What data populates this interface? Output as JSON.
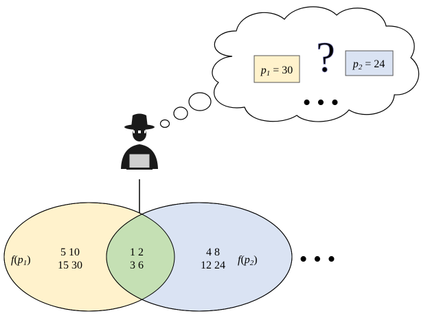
{
  "cloud": {
    "box1": {
      "var": "p",
      "sub": "1",
      "rest": " = 30",
      "fill": "#fff2cc"
    },
    "box2": {
      "var": "p",
      "sub": "2",
      "rest": " = 24",
      "fill": "#dae3f3"
    },
    "question_mark": "?",
    "question_color": "#e8000b",
    "ellipsis": "• • •"
  },
  "agent": {
    "icon": "hacker-icon"
  },
  "venn": {
    "left": {
      "label_fn": "f",
      "label_open": "(",
      "label_var": "p",
      "label_sub": "1",
      "label_close": ")",
      "line1": "5 10",
      "line2": "15 30",
      "fill": "#fff2cc"
    },
    "right": {
      "label_fn": "f",
      "label_open": "(",
      "label_var": "p",
      "label_sub": "2",
      "label_close": ")",
      "line1": "4 8",
      "line2": "12 24",
      "fill": "#dae3f3"
    },
    "intersection": {
      "line1": "1 2",
      "line2": "3 6",
      "fill": "#c5e0b4"
    }
  },
  "ellipsis_right": "• • •"
}
